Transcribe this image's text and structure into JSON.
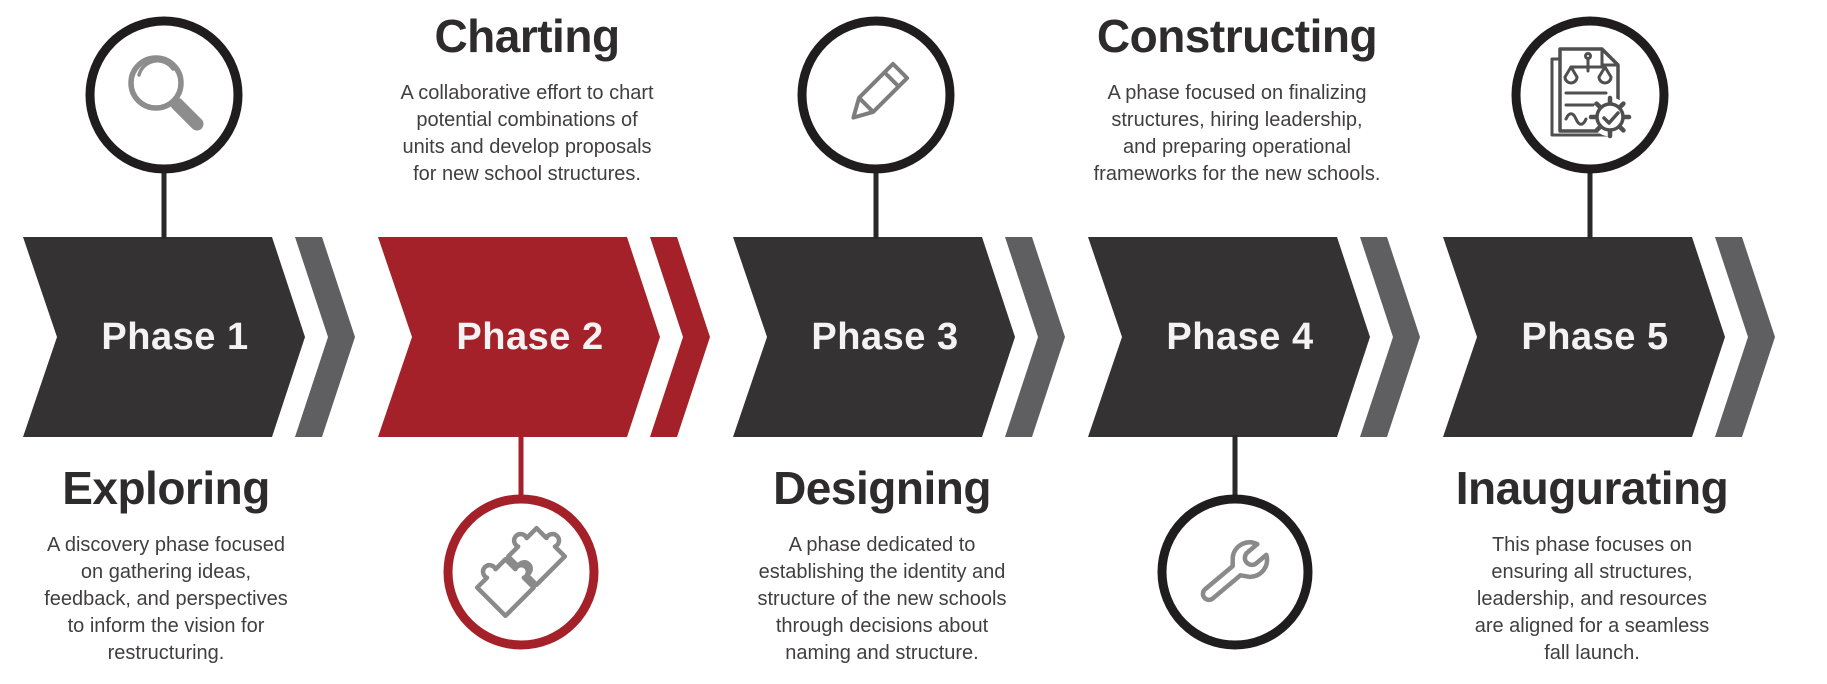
{
  "colors": {
    "arrow_dark": "#343233",
    "arrow_red": "#a42129",
    "separator_gray": "#5f5f61",
    "circle_outline_dark": "#1f1d1e",
    "circle_outline_red": "#a42129",
    "phase_label_text": "#f4f2f2",
    "heading_text": "#2e2b2c",
    "body_text": "#413e3f",
    "icon_gray": "#8a8a8a",
    "icon_dark_gray": "#4f4f4f",
    "background": "#ffffff"
  },
  "phases": [
    {
      "label": "Phase 1",
      "title": "Exploring",
      "description": "A discovery phase focused\non gathering ideas,\nfeedback, and perspectives\nto inform the vision for\nrestructuring.",
      "icon": "magnifier-icon",
      "accent": "dark",
      "text_position": "below",
      "icon_position": "above"
    },
    {
      "label": "Phase 2",
      "title": "Charting",
      "description": "A collaborative effort to chart\npotential combinations of\nunits and develop proposals\nfor new school structures.",
      "icon": "puzzle-icon",
      "accent": "red",
      "text_position": "above",
      "icon_position": "below"
    },
    {
      "label": "Phase 3",
      "title": "Designing",
      "description": "A phase dedicated to\nestablishing the identity and\nstructure of the new schools\nthrough decisions about\nnaming and structure.",
      "icon": "pencil-icon",
      "accent": "dark",
      "text_position": "below",
      "icon_position": "above"
    },
    {
      "label": "Phase 4",
      "title": "Constructing",
      "description": "A phase focused on finalizing\nstructures, hiring leadership,\nand preparing operational\nframeworks for the new schools.",
      "icon": "wrench-icon",
      "accent": "dark",
      "text_position": "above",
      "icon_position": "below"
    },
    {
      "label": "Phase 5",
      "title": "Inaugurating",
      "description": "This phase focuses on\nensuring all structures,\nleadership, and resources\nare aligned for a seamless\nfall launch.",
      "icon": "document-check-icon",
      "accent": "dark",
      "text_position": "below",
      "icon_position": "above"
    }
  ]
}
